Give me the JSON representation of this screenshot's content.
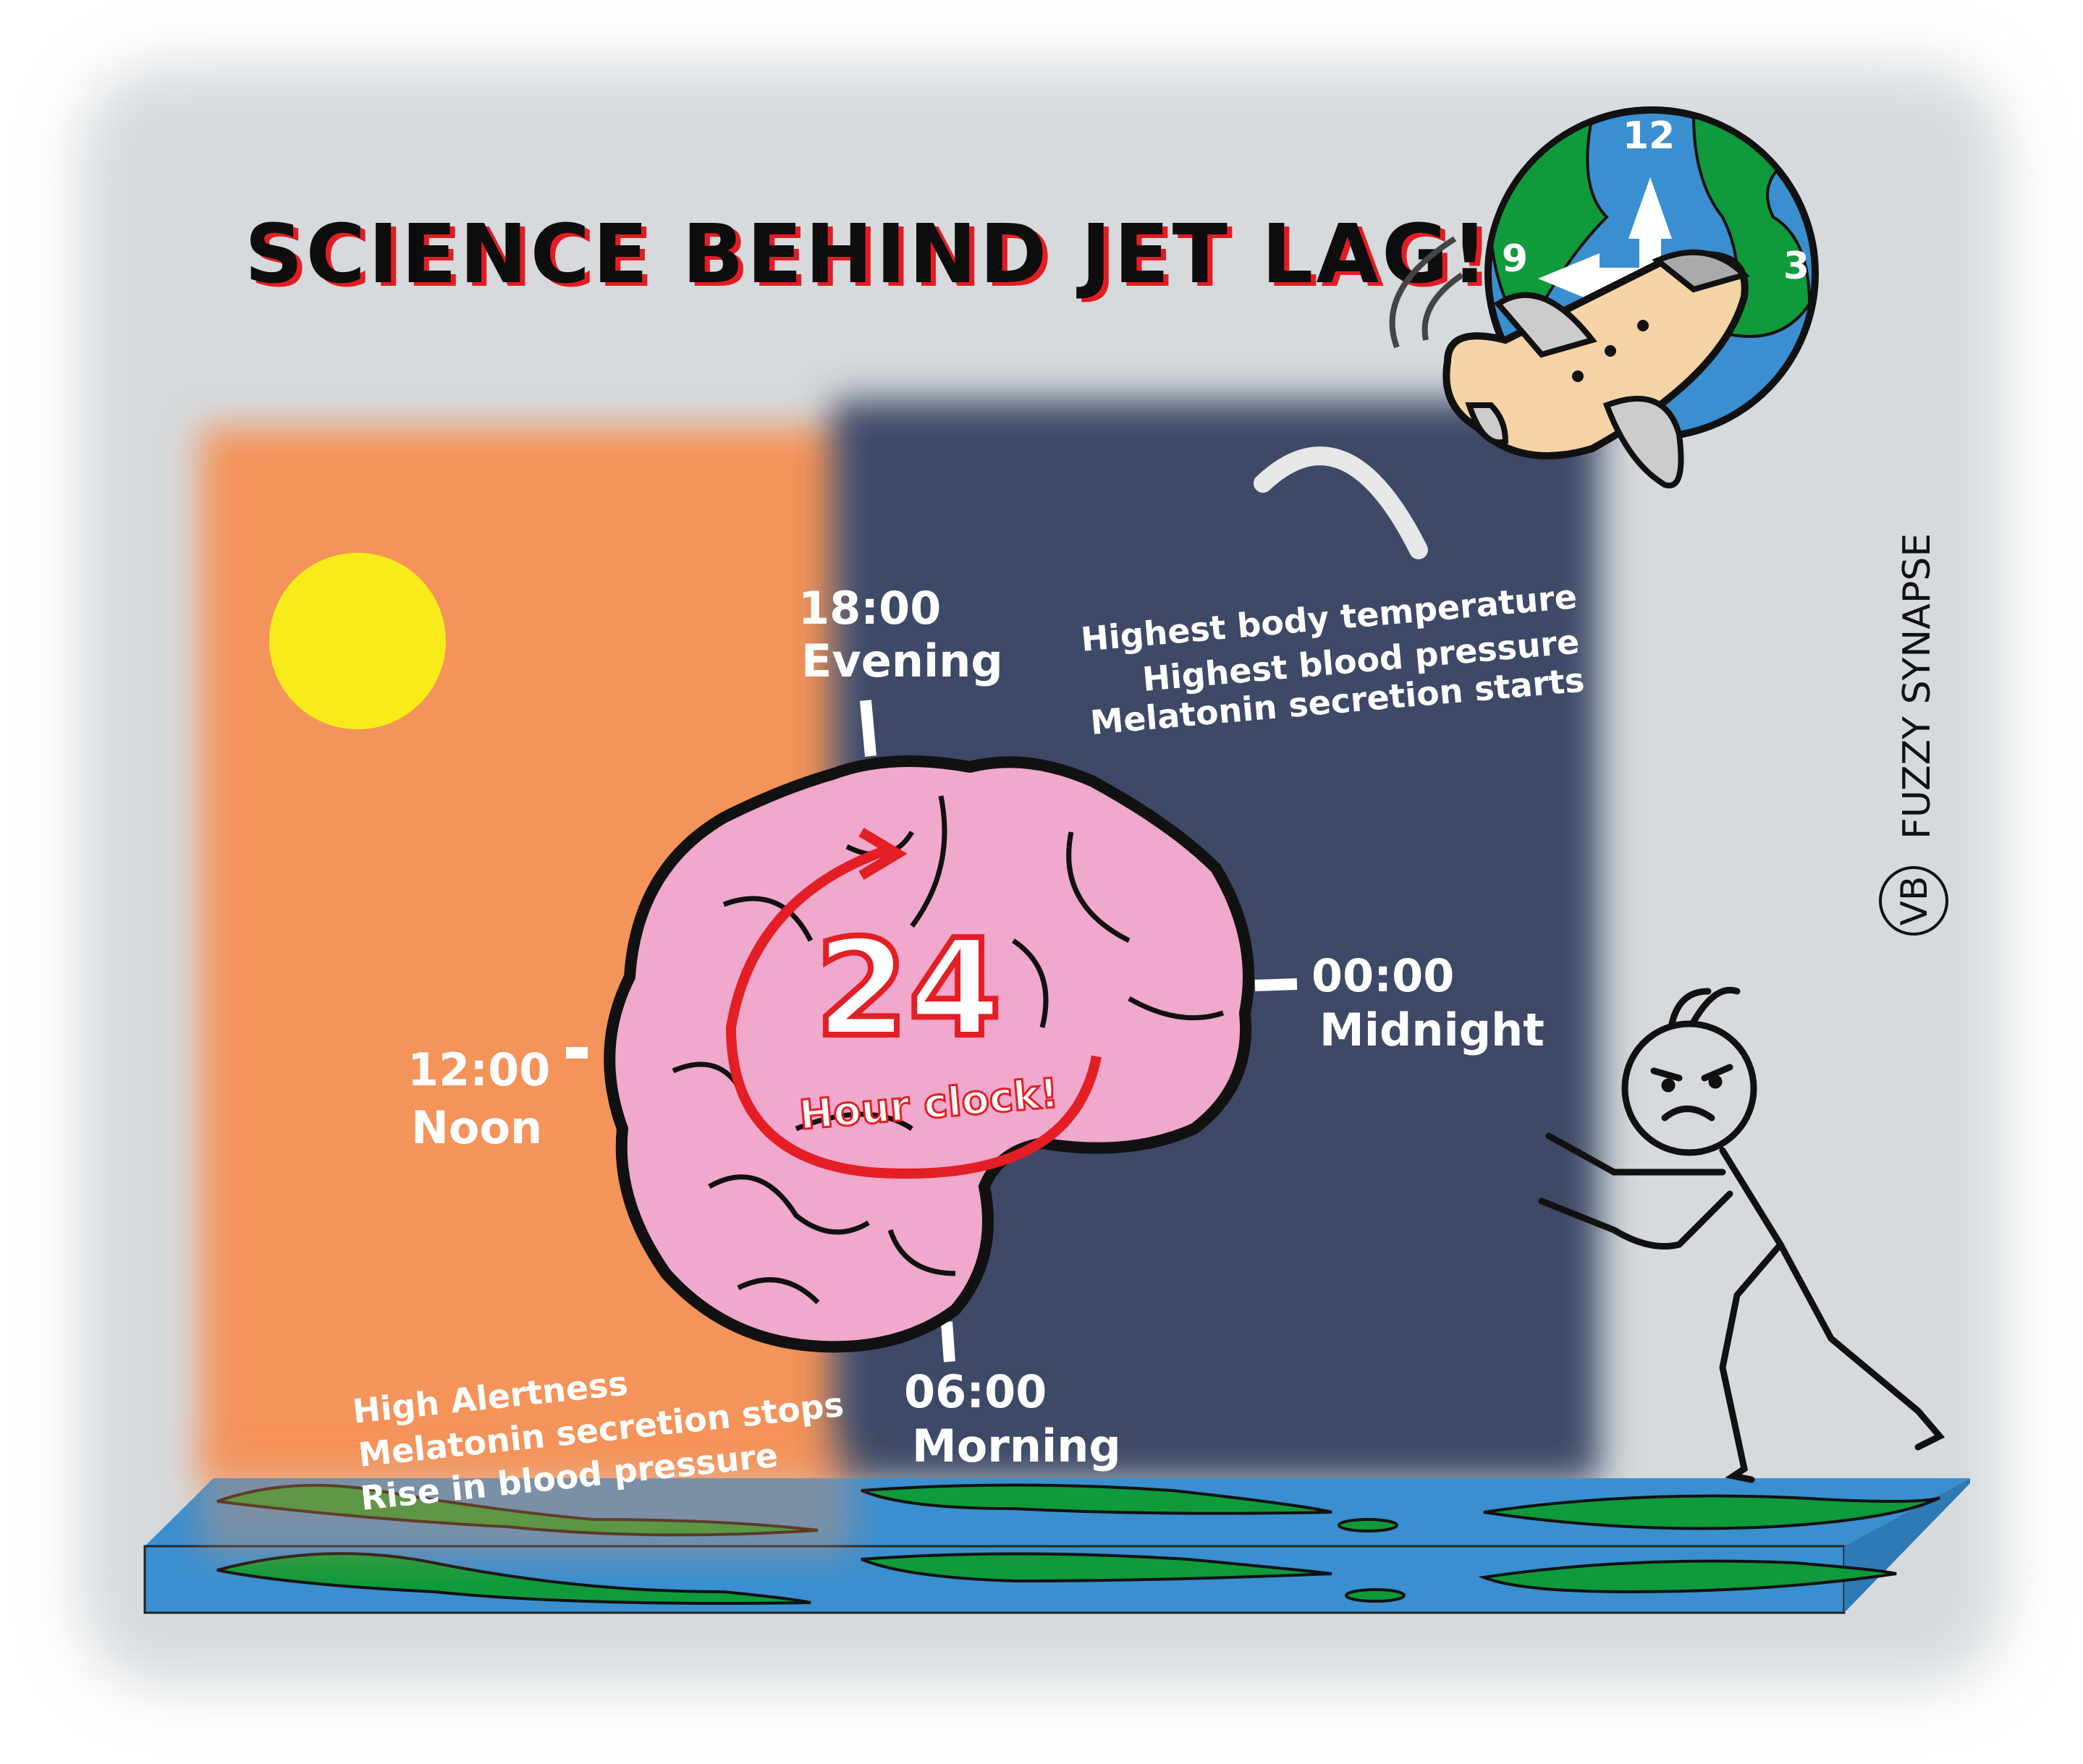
{
  "title": "SCIENCE BEHIND JET LAG!",
  "globe_clock": {
    "n12": "12",
    "n3": "3",
    "n9": "9"
  },
  "clock_center": {
    "number": "24",
    "caption": "Hour clock!"
  },
  "times": {
    "evening": {
      "time": "18:00",
      "label": "Evening"
    },
    "midnight": {
      "time": "00:00",
      "label": "Midnight"
    },
    "noon": {
      "time": "12:00",
      "label": "Noon"
    },
    "morning": {
      "time": "06:00",
      "label": "Morning"
    }
  },
  "night_facts": [
    "Highest body temperature",
    "Highest blood pressure",
    "Melatonin secretion starts"
  ],
  "day_facts": [
    "High Alertness",
    "Melatonin secretion stops",
    "Rise in blood pressure"
  ],
  "watermark": {
    "logo": "VB",
    "text": "FUZZY SYNAPSE"
  },
  "colors": {
    "day": "#f4935a",
    "night": "#3d4966",
    "sun": "#f7ec1a",
    "brain": "#f0a8cc",
    "accent": "#e31e24",
    "ocean": "#3a8fd0",
    "land": "#0f9a3c"
  }
}
